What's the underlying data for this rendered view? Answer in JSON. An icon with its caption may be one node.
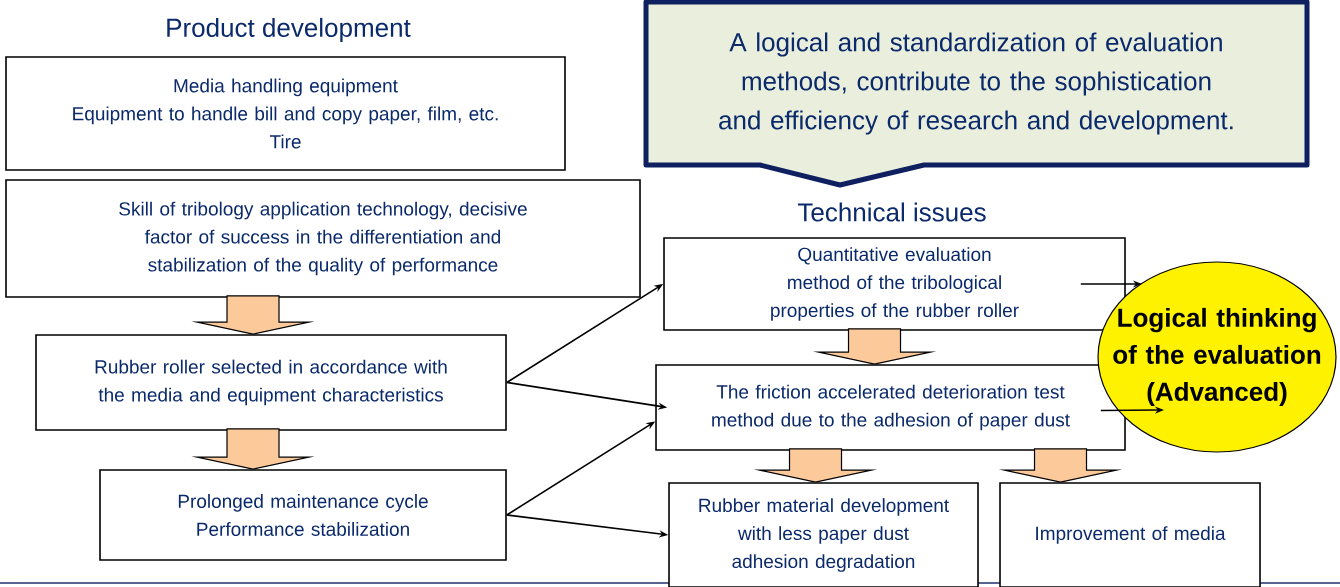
{
  "diagram": {
    "nodes": [
      {
        "text": [
          "Media handling equipment",
          "Equipment to handle bill and copy paper, film, etc.",
          "Tire"
        ]
      },
      {
        "text": [
          "Skill of tribology application technology, decisive factor of success in the differentiation and stabilization of the quality of performance"
        ]
      },
      {
        "text": [
          "Rubber roller selected in accordance with the media and equipment characteristics"
        ]
      },
      {
        "text": [
          "Prolonged maintenance cycle",
          "Performance stabilization"
        ]
      },
      {
        "text": [
          "A logical and standardization of evaluation methods, contribute to the sophistication and efficiency of research and development."
        ]
      },
      {
        "text": [
          "Quantitative evaluation method of the tribological properties of the rubber roller"
        ]
      },
      {
        "text": [
          "The friction accelerated deterioration test method due to the adhesion of paper dust"
        ]
      },
      {
        "text": [
          "Logical thinking of the evaluation (Advanced)"
        ]
      },
      {
        "text": [
          "Rubber material development with less paper dust adhesion degradation"
        ]
      },
      {
        "text": [
          "Improvement of media"
        ]
      }
    ],
    "edges": [
      {
        "from": 1,
        "to": 2,
        "arrow": "to",
        "style": "thick"
      },
      {
        "from": 2,
        "to": 3,
        "arrow": "to",
        "style": "thick"
      },
      {
        "from": 2,
        "to": 5,
        "arrow": "to"
      },
      {
        "from": 2,
        "to": 6,
        "arrow": "to"
      },
      {
        "from": 3,
        "to": 6,
        "arrow": "to"
      },
      {
        "from": 3,
        "to": 8,
        "arrow": "to"
      },
      {
        "from": 5,
        "to": 6,
        "arrow": "to",
        "style": "thick"
      },
      {
        "from": 6,
        "to": 8,
        "arrow": "to",
        "style": "thick"
      },
      {
        "from": 6,
        "to": 9,
        "arrow": "to",
        "style": "thick"
      },
      {
        "from": 5,
        "to": 7,
        "arrow": "to"
      },
      {
        "from": 6,
        "to": 7,
        "arrow": "to"
      }
    ],
    "labels": [
      "Product development",
      "Technical issues"
    ]
  }
}
